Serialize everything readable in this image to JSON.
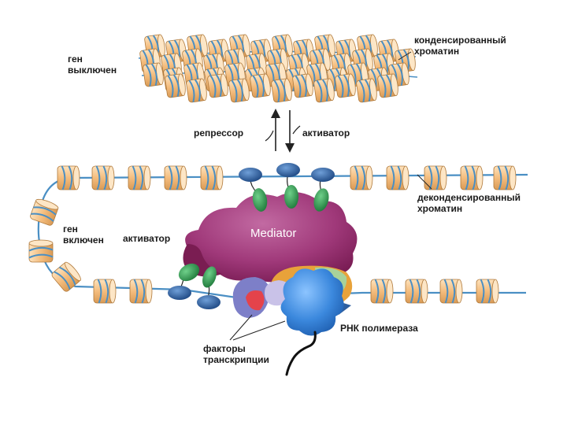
{
  "labels": {
    "gene_off": [
      "ген",
      "выключен"
    ],
    "condensed": [
      "конденсированный",
      "хроматин"
    ],
    "repressor": "репрессор",
    "activator_top": "активатор",
    "decondensed": [
      "деконденсированный",
      "хроматин"
    ],
    "gene_on": [
      "ген",
      "включен"
    ],
    "activator_left": "активатор",
    "mediator": "Mediator",
    "rna_polymerase": "РНК полимераза",
    "transcription_factors": [
      "факторы",
      "транскрипции"
    ]
  },
  "colors": {
    "nucleosome": "#f6c58c",
    "nucleosome_edge": "#b07a3c",
    "dna": "#4a8fc4",
    "mediator": "#9e3a77",
    "mediator_dark": "#7a1d52",
    "activator_oval": "#2f9a4e",
    "activator_blue": "#2d5fa0",
    "polymerase": "#3f8de0",
    "factor_purple": "#7d7fc8",
    "factor_red": "#e4434b",
    "factor_orange": "#e8a23a",
    "factor_green": "#a8d29a",
    "factor_lavender": "#c9c2e8"
  }
}
